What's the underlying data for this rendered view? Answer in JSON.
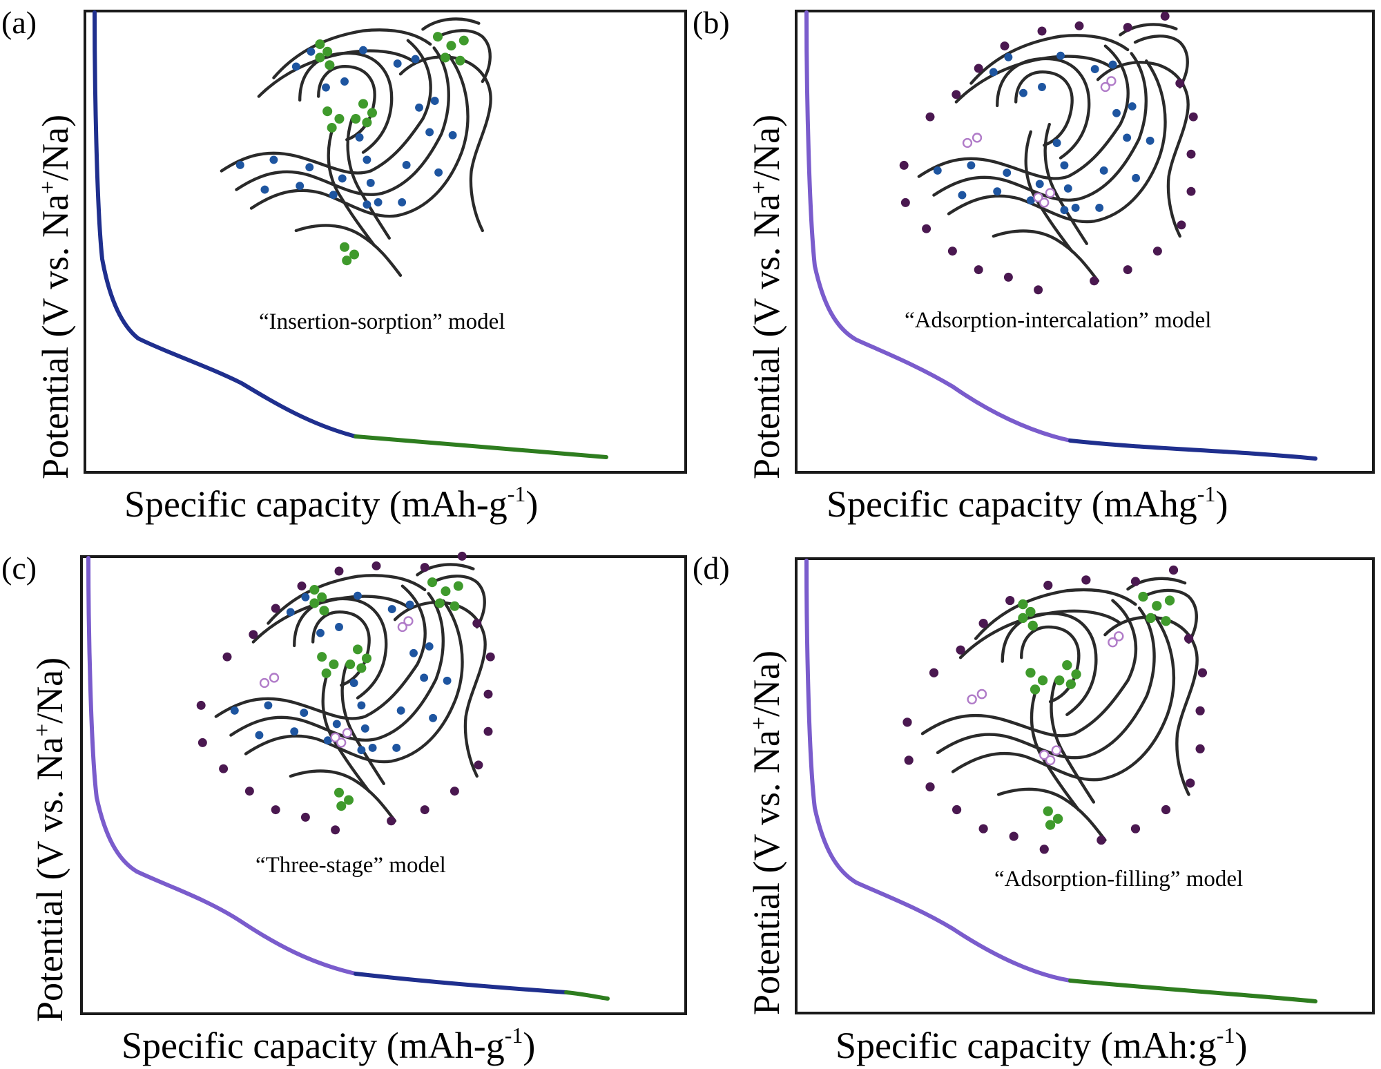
{
  "panels": [
    {
      "label": "(a)",
      "caption": "“Insertion-sorption” model",
      "xlabel_main": "Specific capacity (mAh-g",
      "xlabel_sup": "-1",
      "xlabel_end": ")",
      "ylabel_pre": "Potential (V vs. Na",
      "ylabel_sup": "+",
      "ylabel_post": "/Na)",
      "segment_colors": [
        "#1f2f8e",
        "#2e7d1f"
      ],
      "structure": {
        "blue": true,
        "green": true,
        "dark": false,
        "pink": false
      }
    },
    {
      "label": "(b)",
      "caption": "“Adsorption-intercalation” model",
      "xlabel_main": "Specific capacity (mAhg",
      "xlabel_sup": "-1",
      "xlabel_end": ")",
      "ylabel_pre": "Potential (V vs. Na",
      "ylabel_sup": "+",
      "ylabel_post": "/Na)",
      "segment_colors": [
        "#7a5ccc",
        "#1f2f8e"
      ],
      "structure": {
        "blue": true,
        "green": false,
        "dark": true,
        "pink": true
      }
    },
    {
      "label": "(c)",
      "caption": "“Three-stage” model",
      "xlabel_main": "Specific capacity (mAh-g",
      "xlabel_sup": "-1",
      "xlabel_end": ")",
      "ylabel_pre": "Potential (V vs. Na",
      "ylabel_sup": "+",
      "ylabel_post": "/Na)",
      "segment_colors": [
        "#7a5ccc",
        "#1f2f8e",
        "#2e7d1f"
      ],
      "structure": {
        "blue": true,
        "green": true,
        "dark": true,
        "pink": true
      }
    },
    {
      "label": "(d)",
      "caption": "“Adsorption-filling” model",
      "xlabel_main": "Specific capacity (mAh:g",
      "xlabel_sup": "-1",
      "xlabel_end": ")",
      "ylabel_pre": "Potential (V vs. Na",
      "ylabel_sup": "+",
      "ylabel_post": "/Na)",
      "segment_colors": [
        "#7a5ccc",
        "#2e7d1f"
      ],
      "structure": {
        "blue": false,
        "green": true,
        "dark": true,
        "pink": true
      }
    }
  ],
  "colors": {
    "sheet": "#2a2a2a",
    "ion_blue": "#1e55a0",
    "ion_green": "#3f9a2c",
    "ion_dark": "#4a1850",
    "ion_pink_outline": "#b07bc8"
  }
}
